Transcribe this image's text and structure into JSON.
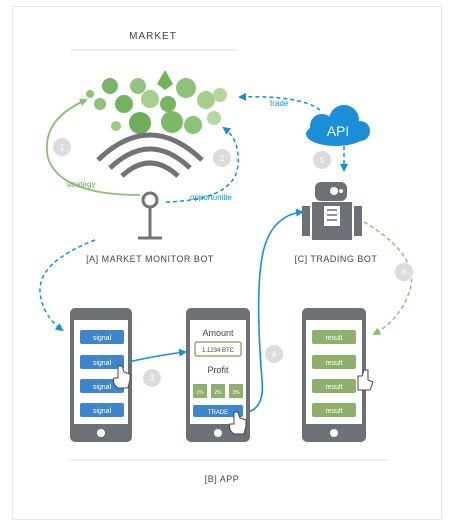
{
  "title": "MARKET",
  "labels": {
    "market_monitor_bot": "[A] MARKET MONITOR BOT",
    "trading_bot": "[C] TRADING BOT",
    "app": "[B] APP",
    "trade": "trade",
    "strategy": "strategy",
    "opportunity": "opportunitie",
    "api": "API"
  },
  "steps": [
    "1",
    "2",
    "3",
    "4",
    "5",
    "6"
  ],
  "phone_a": {
    "buttons": [
      "signal",
      "signal",
      "signal",
      "signal"
    ]
  },
  "phone_b": {
    "amount_label": "Amount",
    "amount_value": "1.1234 BTC",
    "profit_label": "Profit",
    "profit_options": [
      "1%",
      "2%",
      "3%"
    ],
    "trade_button": "TRADE"
  },
  "phone_c": {
    "results": [
      "result",
      "result",
      "result",
      "result"
    ]
  },
  "colors": {
    "accent_blue": "#1a8fd6",
    "signal_blue": "#3d86cc",
    "result_green": "#8fb06a",
    "strategy_green": "#8bbf72",
    "phone_gray": "#6c7178",
    "badge_gray": "#dcdcdc"
  },
  "icons": [
    "crypto-coins-cluster",
    "antenna-icon",
    "cloud-icon",
    "robot-icon",
    "pointing-hand-icon",
    "thumbs-up-icon"
  ]
}
